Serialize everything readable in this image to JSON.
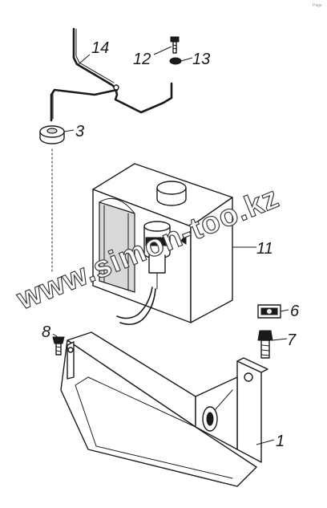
{
  "corner_mark": "Page",
  "watermark": "www.simon-too.kz",
  "callouts": {
    "c1": "1",
    "c3": "3",
    "c6": "6",
    "c7": "7",
    "c8": "8",
    "c11": "11",
    "c12": "12",
    "c13": "13",
    "c14": "14"
  }
}
